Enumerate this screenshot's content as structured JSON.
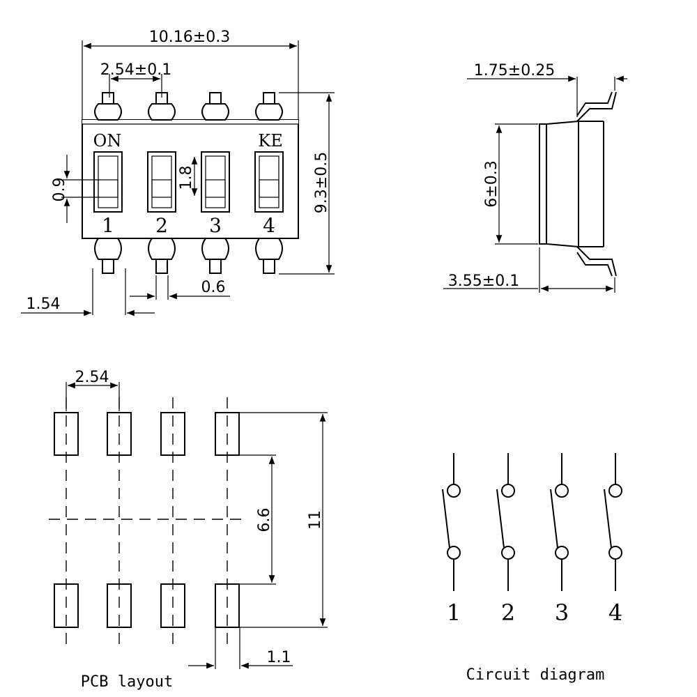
{
  "top_view": {
    "width_dim": "10.16±0.3",
    "pitch_dim": "2.54±0.1",
    "height_dim": "9.3±0.5",
    "actuator_dim": "0.9",
    "slot_dim": "1.8",
    "lead_offset_dim": "1.54",
    "lead_width_dim": "0.6",
    "on_label": "ON",
    "brand_label": "KE",
    "switch_numbers": [
      "1",
      "2",
      "3",
      "4"
    ]
  },
  "side_view": {
    "top_dim": "1.75±0.25",
    "height_dim": "6±0.3",
    "bottom_dim": "3.55±0.1"
  },
  "pcb_layout": {
    "title": "PCB layout",
    "pitch_dim": "2.54",
    "inner_dim": "6.6",
    "outer_dim": "11",
    "pad_width_dim": "1.1"
  },
  "circuit": {
    "title": "Circuit diagram",
    "switch_numbers": [
      "1",
      "2",
      "3",
      "4"
    ]
  }
}
